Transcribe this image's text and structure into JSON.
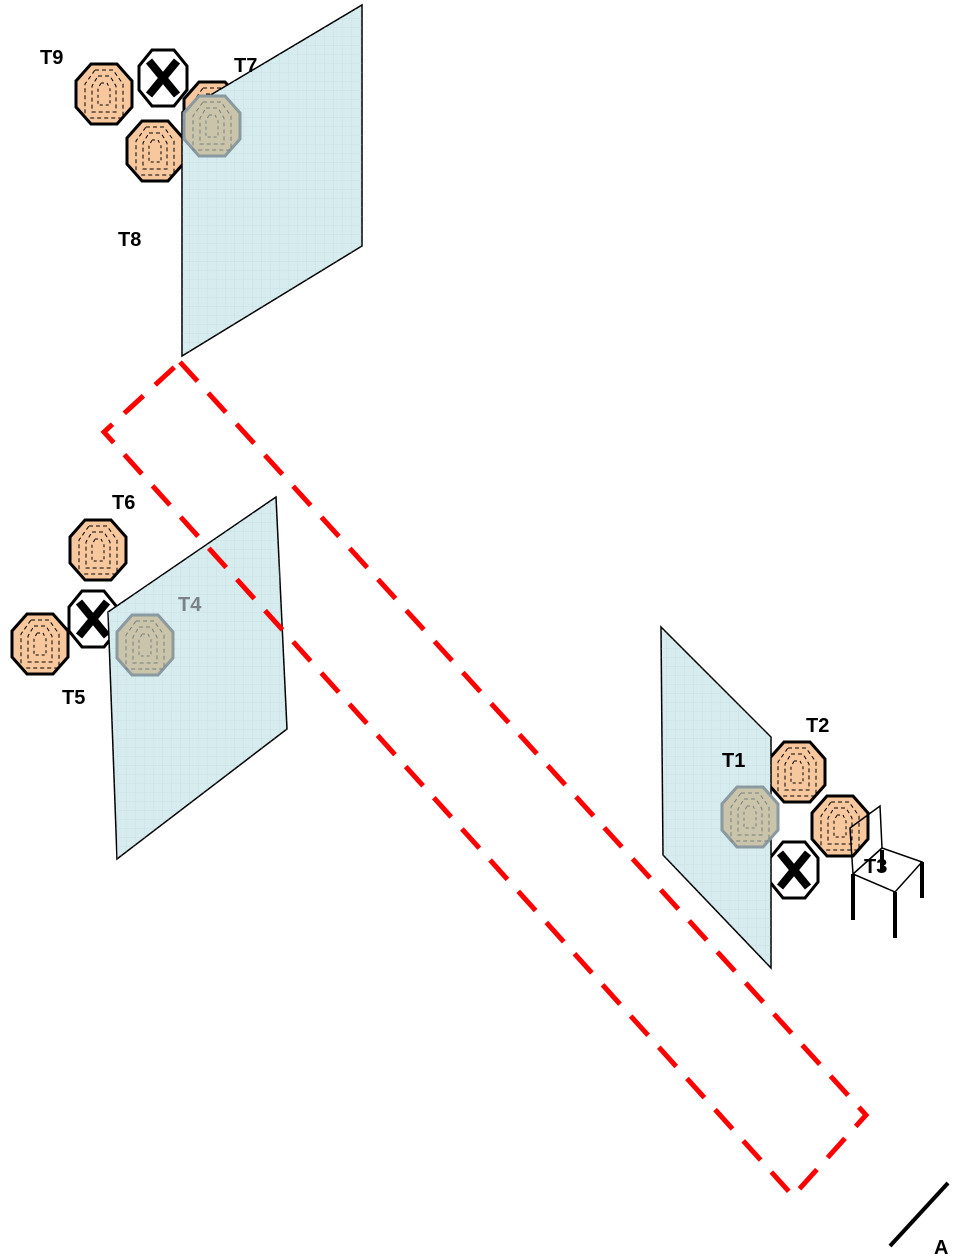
{
  "labels": {
    "t1": "T1",
    "t2": "T2",
    "t3": "T3",
    "t4": "T4",
    "t5": "T5",
    "t6": "T6",
    "t7": "T7",
    "t8": "T8",
    "t9": "T9",
    "a": "A"
  },
  "colors": {
    "target_fill": "#f7c79d",
    "target_behind_fill": "#c9c4aa",
    "panel_fill": "#d7ecef",
    "path_line": "#ff0000",
    "outline": "#000000"
  },
  "icons": {
    "target": "octagon-target-icon",
    "no_shoot": "x-octagon-icon",
    "start": "chair-icon"
  }
}
